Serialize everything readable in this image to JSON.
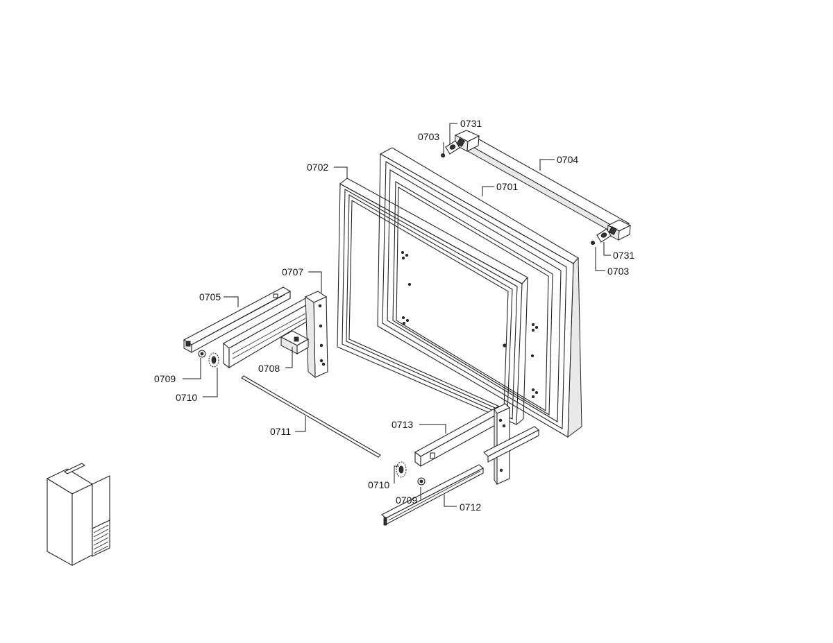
{
  "callouts": {
    "c0701": "0701",
    "c0702": "0702",
    "c0703_top": "0703",
    "c0703_right": "0703",
    "c0704": "0704",
    "c0705": "0705",
    "c0707": "0707",
    "c0708": "0708",
    "c0709_left": "0709",
    "c0709_bottom": "0709",
    "c0710_left": "0710",
    "c0710_bottom": "0710",
    "c0711": "0711",
    "c0712": "0712",
    "c0713": "0713",
    "c0731_top": "0731",
    "c0731_right": "0731"
  },
  "colors": {
    "line": "#222222",
    "background": "#ffffff",
    "shade": "#e9e9e9"
  }
}
